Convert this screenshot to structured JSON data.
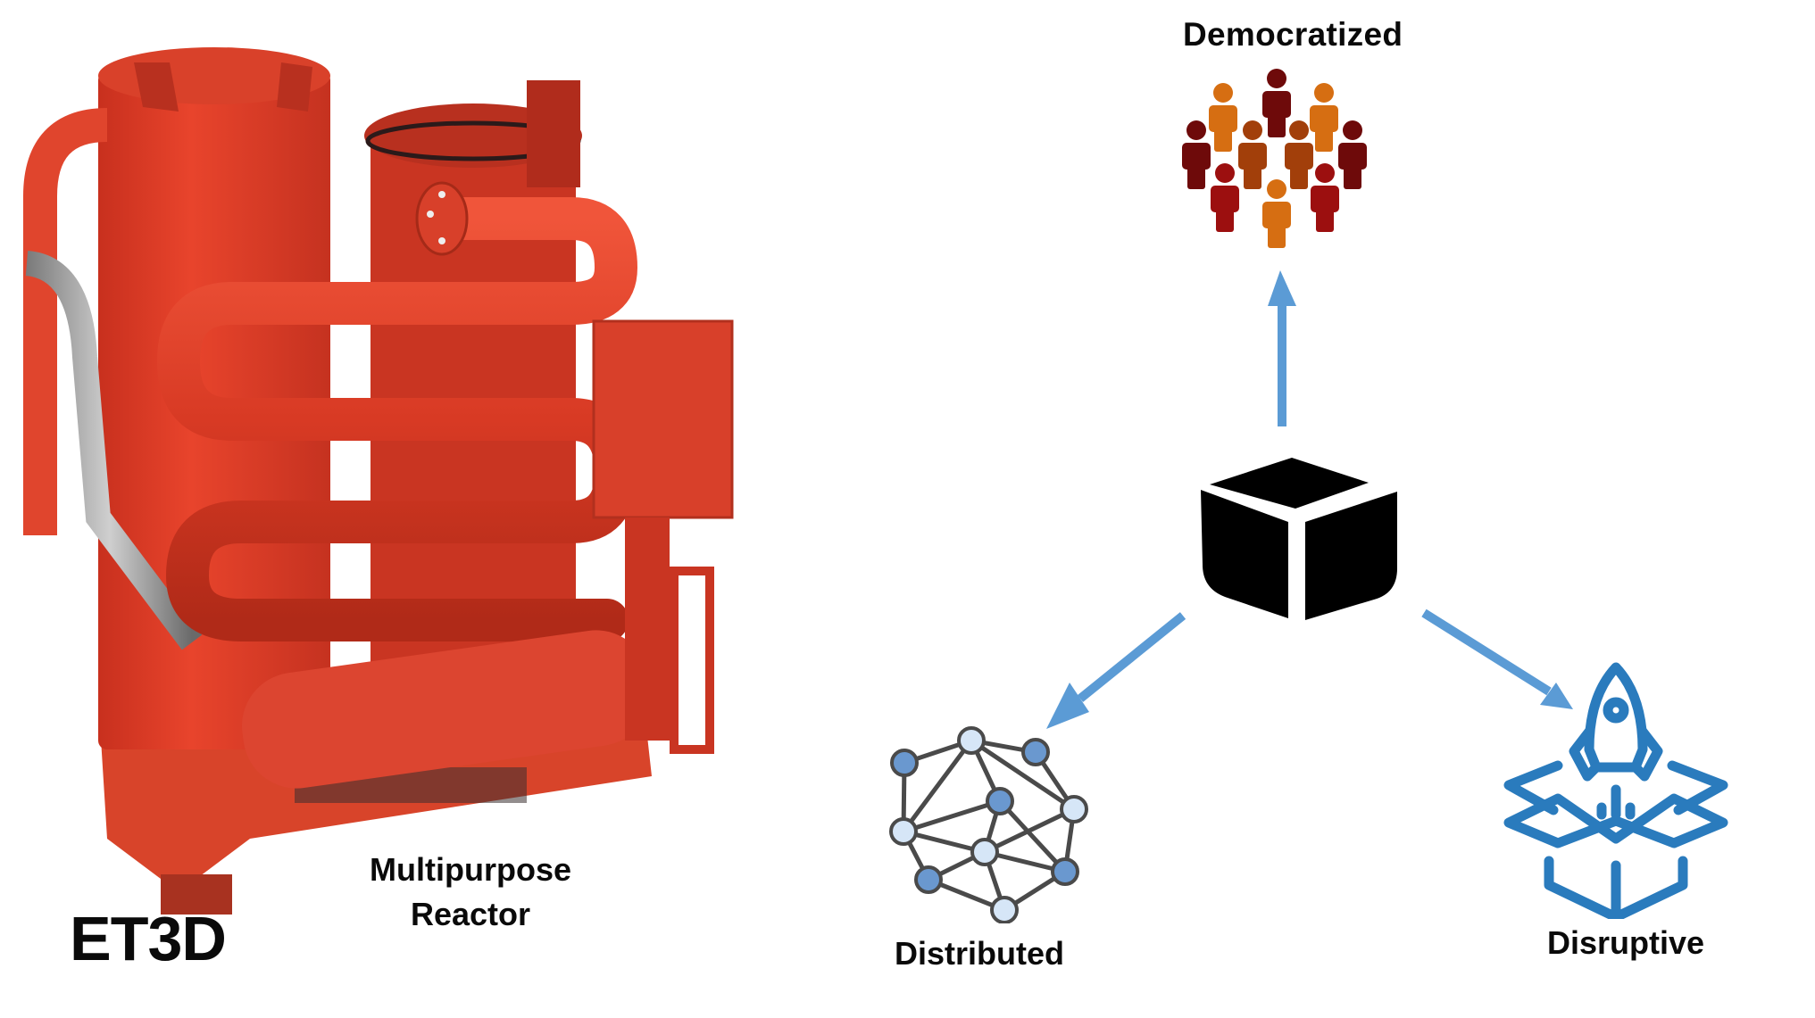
{
  "diagram": {
    "title": "ET3D",
    "machine_caption_line1": "Multipurpose",
    "machine_caption_line2": "Reactor",
    "center_node": {
      "icon": "cube-icon",
      "color": "#000000"
    },
    "branches": [
      {
        "label": "Democratized",
        "icon": "people-group-icon",
        "direction": "up"
      },
      {
        "label": "Distributed",
        "icon": "network-icon",
        "direction": "down-left"
      },
      {
        "label": "Disruptive",
        "icon": "rocket-box-icon",
        "direction": "down-right"
      }
    ],
    "colors": {
      "arrow": "#5b9bd5",
      "rocket": "#2a7bbd",
      "network_dark_node": "#6a98cf",
      "network_light_node": "#d6e6f7",
      "network_edge": "#4a4a4a",
      "people_dark": "#6e0a0a",
      "people_red": "#9c0f0f",
      "people_brown": "#a23f0a",
      "people_orange": "#d66e12",
      "reactor_red": "#e23b24"
    }
  }
}
